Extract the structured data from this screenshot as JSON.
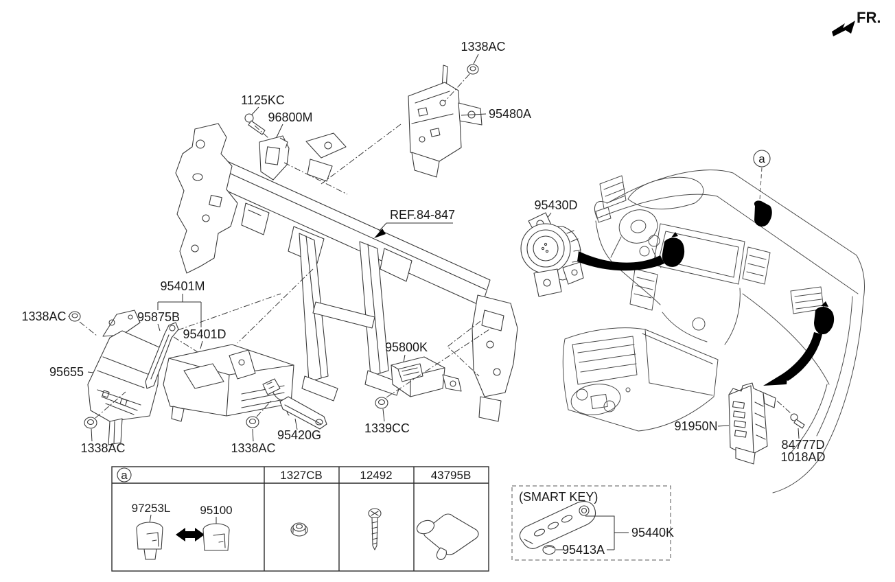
{
  "fr": {
    "label": "FR."
  },
  "parts": {
    "p1338ac_top": "1338AC",
    "p1125kc": "1125KC",
    "p96800m": "96800M",
    "p95480a": "95480A",
    "ref_84_847": "REF.84-847",
    "p95430d": "95430D",
    "p95401m": "95401M",
    "p95875b": "95875B",
    "p95401d": "95401D",
    "p1338ac_left": "1338AC",
    "p95655": "95655",
    "p95800k": "95800K",
    "p1338ac_bottom_left": "1338AC",
    "p1338ac_bottom_mid": "1338AC",
    "p95420g": "95420G",
    "p1339cc": "1339CC",
    "p91950n": "91950N",
    "p84777d": "84777D",
    "p1018ad": "1018AD",
    "callout_a": "a"
  },
  "table": {
    "headers": [
      "a",
      "1327CB",
      "12492",
      "43795B"
    ],
    "items": [
      {
        "label": "97253L"
      },
      {
        "label": "95100"
      }
    ]
  },
  "smart_key": {
    "title": "(SMART KEY)",
    "p95440k": "95440K",
    "p95413a": "95413A"
  },
  "colors": {
    "line": "#333333",
    "text": "#1a1a1a",
    "accent_black": "#000000",
    "background": "#ffffff"
  }
}
